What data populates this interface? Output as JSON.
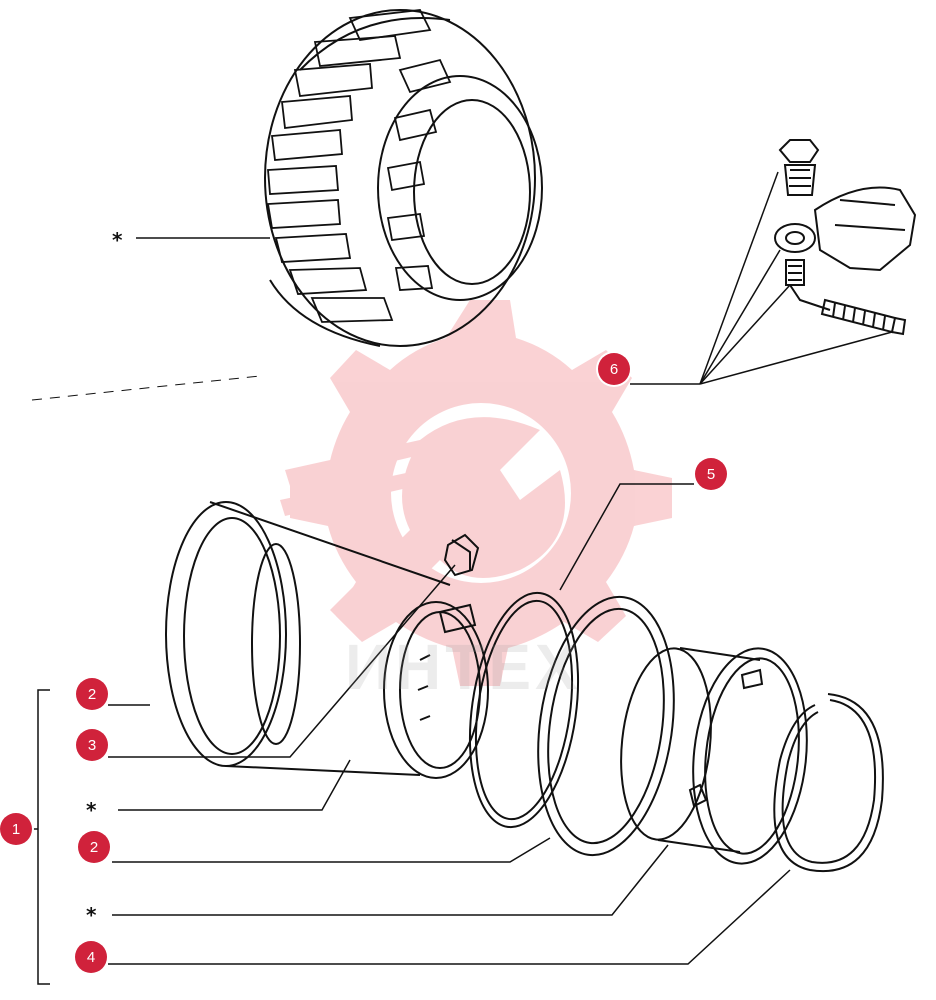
{
  "callouts": [
    {
      "id": "c1",
      "label": "1"
    },
    {
      "id": "c2a",
      "label": "2"
    },
    {
      "id": "c3",
      "label": "3"
    },
    {
      "id": "c2b",
      "label": "2"
    },
    {
      "id": "c4",
      "label": "4"
    },
    {
      "id": "c5",
      "label": "5"
    },
    {
      "id": "c6",
      "label": "6"
    }
  ],
  "stars": [
    "*",
    "*",
    "*"
  ],
  "watermark": {
    "text": "ИНТЕХ",
    "color": "#e8333c"
  },
  "colors": {
    "callout": "#d0223b",
    "line": "#111111"
  }
}
